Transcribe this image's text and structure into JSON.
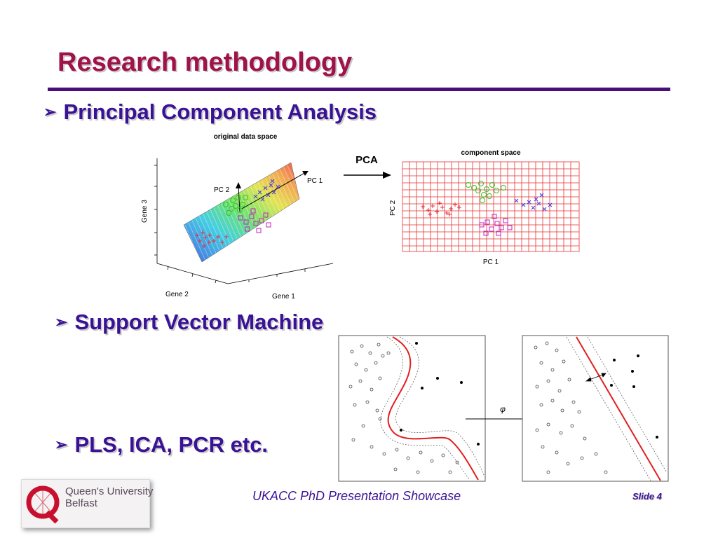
{
  "slide": {
    "title": "Research methodology",
    "bullets": [
      "Principal Component Analysis",
      "Support Vector Machine",
      "PLS, ICA, PCR etc."
    ],
    "footer": "UKACC PhD Presentation Showcase",
    "slide_number": "Slide 4"
  },
  "pca_figure": {
    "left_title": "original data space",
    "arrow_label": "PCA",
    "right_title": "component space",
    "axes_3d": {
      "x": "Gene 1",
      "y": "Gene 2",
      "z": "Gene 3"
    },
    "pc1_label": "PC 1",
    "pc2_label": "PC 2",
    "right_xlabel": "PC 1",
    "right_ylabel": "PC 2"
  },
  "svm_figure": {
    "mapping_label": "φ"
  },
  "logo": {
    "line1": "Queen's University",
    "line2": "Belfast"
  },
  "colors": {
    "title": "#a0124a",
    "bullet": "#3a1296",
    "rule": "#4a0f7a",
    "red_markers": "#e8303a",
    "green_markers": "#3ac021",
    "blue_markers": "#3a3ae0",
    "magenta_markers": "#c020c0",
    "svm_boundary": "#e02020"
  }
}
